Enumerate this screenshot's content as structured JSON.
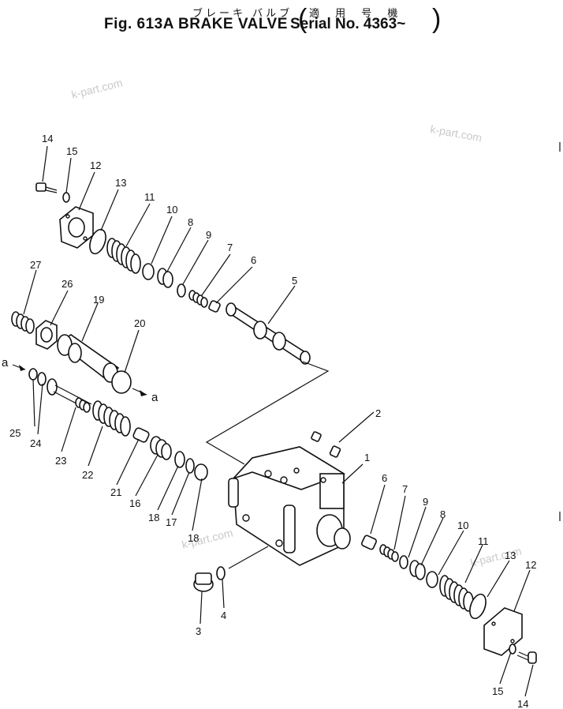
{
  "header": {
    "japanese_title": "ブレーキ バルブ",
    "japanese_applicable": "適 用 号 機",
    "figure_title": "Fig. 613A  BRAKE VALVE",
    "serial": "Serial No. 4363~"
  },
  "watermarks": [
    "k-part.com",
    "k-part.com",
    "k-part.com",
    "k-part.com"
  ],
  "callouts": [
    "14",
    "15",
    "12",
    "13",
    "11",
    "10",
    "8",
    "9",
    "7",
    "6",
    "5",
    "27",
    "26",
    "19",
    "20",
    "a",
    "a",
    "25",
    "24",
    "23",
    "22",
    "21",
    "16",
    "18",
    "17",
    "18",
    "2",
    "1",
    "6",
    "7",
    "9",
    "8",
    "10",
    "11",
    "13",
    "12",
    "15",
    "14",
    "3",
    "4"
  ],
  "parts": [
    {
      "name": "bolt-icon"
    },
    {
      "name": "washer-icon"
    },
    {
      "name": "cover-plate-icon"
    },
    {
      "name": "o-ring-icon"
    },
    {
      "name": "spring-icon"
    },
    {
      "name": "retainer-icon"
    },
    {
      "name": "valve-body-icon"
    },
    {
      "name": "spool-icon"
    },
    {
      "name": "plug-icon"
    }
  ]
}
